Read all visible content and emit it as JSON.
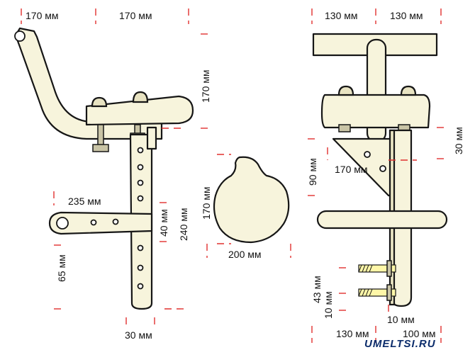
{
  "diagram": {
    "labels": {
      "left_top_a": "170 мм",
      "left_top_b": "170 мм",
      "left_height_seat": "170 мм",
      "left_arm_len": "235 мм",
      "left_arm_height": "40 мм",
      "left_height_post": "240 мм",
      "left_bottom": "65 мм",
      "left_post_width": "30 мм",
      "seat_height": "170 мм",
      "seat_width": "200 мм",
      "right_top_a": "130 мм",
      "right_top_b": "130 мм",
      "right_gap": "30 мм",
      "right_brace_len": "170 мм",
      "right_brace_h": "90 мм",
      "right_bolt_h": "43 мм",
      "right_bolt_small": "10 мм",
      "right_post_small": "10 мм",
      "right_bottom_a": "130 мм",
      "right_bottom_b": "100 мм"
    },
    "watermark": "UMELTSI.RU"
  }
}
